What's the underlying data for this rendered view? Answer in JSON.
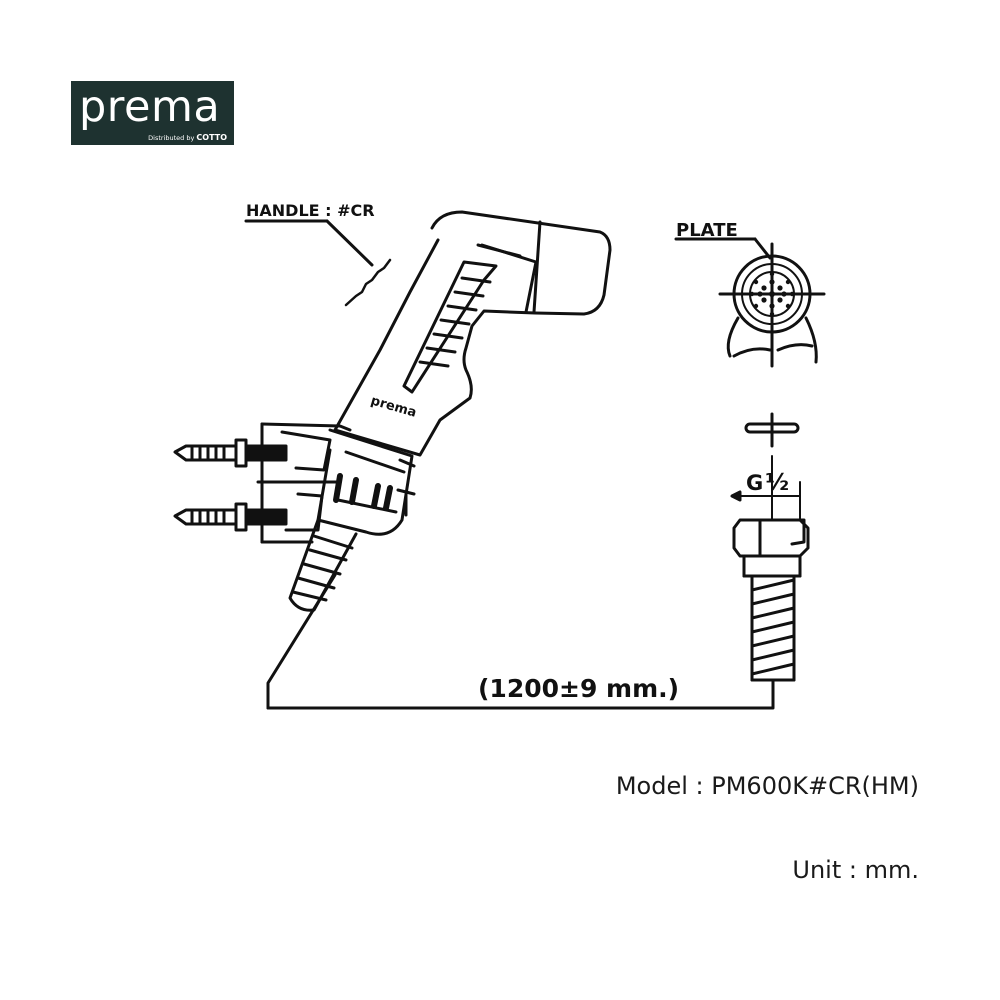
{
  "logo": {
    "brand": "prema",
    "tagline_prefix": "Distributed by",
    "tagline_brand": "COTTO"
  },
  "drawing": {
    "handle_label": "HANDLE : #CR",
    "plate_label": "PLATE",
    "thread_label": "G",
    "thread_size": "½",
    "body_engraving": "prema",
    "hose_length_label": "(1200±9 mm.)"
  },
  "model": "Model : PM600K#CR(HM)",
  "unit": "Unit : mm.",
  "colors": {
    "logo_background": "#1e3230",
    "line": "#111111",
    "background": "#ffffff"
  }
}
